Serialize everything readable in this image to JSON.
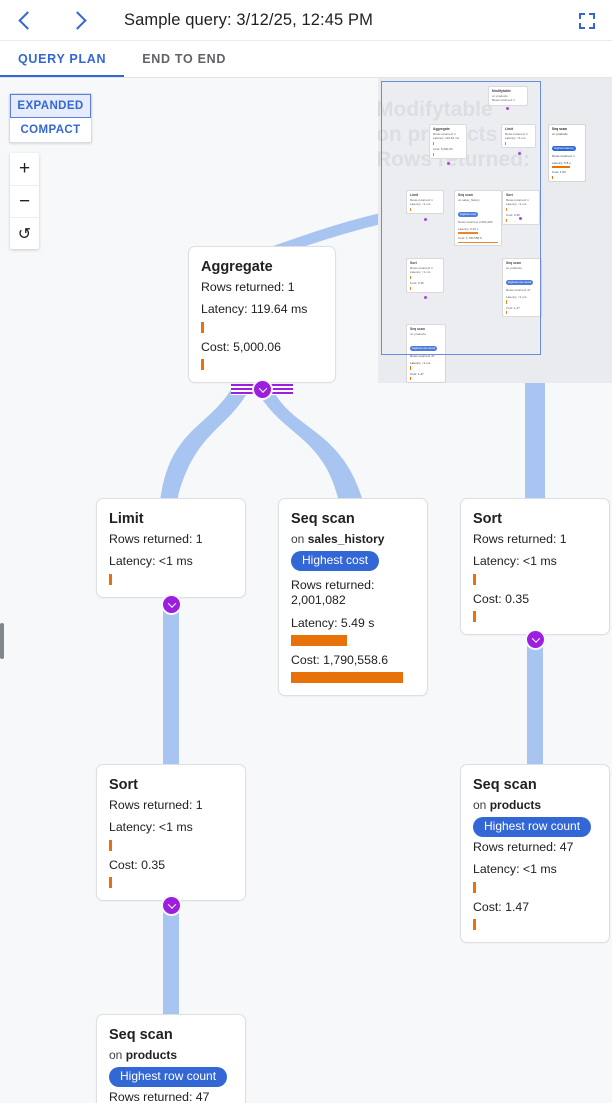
{
  "header": {
    "title": "Sample query: 3/12/25, 12:45 PM",
    "prev_label": "‹",
    "next_label": "›",
    "fullscreen_label": "Fullscreen"
  },
  "tabs": [
    {
      "label": "QUERY PLAN",
      "active": true
    },
    {
      "label": "END TO END",
      "active": false
    }
  ],
  "controls": {
    "mode": [
      {
        "label": "EXPANDED",
        "selected": true
      },
      {
        "label": "COMPACT",
        "selected": false
      }
    ],
    "zoom_in": "+",
    "zoom_out": "−",
    "reset": "↺"
  },
  "colors": {
    "accent_blue": "#3367d6",
    "edge_blue": "#a8c4f0",
    "orange": "#e8710a",
    "purple": "#9c1fe0",
    "canvas": "#f7f8fa",
    "minimap_bg": "#e9ebee"
  },
  "labels": {
    "rows_returned": "Rows returned:",
    "latency": "Latency:",
    "cost": "Cost:",
    "on": "on"
  },
  "nodes": [
    {
      "id": "aggregate",
      "title": "Aggregate",
      "rows": "Rows returned: 1",
      "latency": "Latency: 119.64 ms",
      "latency_bar_pct": 3,
      "cost": "Cost: 5,000.06",
      "cost_bar_pct": 3
    },
    {
      "id": "limit",
      "title": "Limit",
      "rows": "Rows returned: 1",
      "latency": "Latency: <1 ms",
      "latency_bar_pct": 3,
      "cost": "",
      "cost_bar_pct": 0
    },
    {
      "id": "seqscan-sales-history",
      "title": "Seq scan",
      "on_prefix": "on",
      "table": "sales_history",
      "badge": "Highest cost",
      "rows": "Rows returned: 2,001,082",
      "latency": "Latency: 5.49 s",
      "latency_bar_pct": 43,
      "cost": "Cost: 1,790,558.6",
      "cost_bar_pct": 87
    },
    {
      "id": "sort-right",
      "title": "Sort",
      "rows": "Rows returned: 1",
      "latency": "Latency: <1 ms",
      "latency_bar_pct": 3,
      "cost": "Cost: 0.35",
      "cost_bar_pct": 3
    },
    {
      "id": "sort-left",
      "title": "Sort",
      "rows": "Rows returned: 1",
      "latency": "Latency: <1 ms",
      "latency_bar_pct": 3,
      "cost": "Cost: 0.35",
      "cost_bar_pct": 3
    },
    {
      "id": "seqscan-products-right",
      "title": "Seq scan",
      "on_prefix": "on",
      "table": "products",
      "badge": "Highest row count",
      "rows": "Rows returned: 47",
      "latency": "Latency: <1 ms",
      "latency_bar_pct": 3,
      "cost": "Cost: 1.47",
      "cost_bar_pct": 3
    },
    {
      "id": "seqscan-products-bottom",
      "title": "Seq scan",
      "on_prefix": "on",
      "table": "products",
      "badge": "Highest row count",
      "rows": "Rows returned: 47",
      "latency": "",
      "latency_bar_pct": 0,
      "cost": "",
      "cost_bar_pct": 0
    }
  ],
  "ghost_node": {
    "title": "Modifytable",
    "sub_prefix": "on",
    "table": "products",
    "rows": "Rows returned:"
  },
  "minimap": {
    "nodes": [
      {
        "id": "mm-modifytable",
        "title": "Modifytable",
        "sub": "on products",
        "rows": "Rows returned: 1",
        "badge": "",
        "latency": "",
        "cost": ""
      },
      {
        "id": "mm-aggregate",
        "title": "Aggregate",
        "sub": "",
        "rows": "Rows returned: 1",
        "badge": "",
        "latency": "Latency: 119.64 ms",
        "cost": "Cost: 5,000.06"
      },
      {
        "id": "mm-limit-top",
        "title": "Limit",
        "sub": "",
        "rows": "Rows returned: 1",
        "badge": "",
        "latency": "Latency: <1 ms",
        "cost": ""
      },
      {
        "id": "mm-seqscan-latency",
        "title": "Seq scan",
        "sub": "on products",
        "rows": "Rows returned: 1",
        "badge": "Highest latency",
        "latency": "Latency: 5.8 s",
        "cost": "Cost: 1.53"
      },
      {
        "id": "mm-limit-left",
        "title": "Limit",
        "sub": "",
        "rows": "Rows returned: 1",
        "badge": "",
        "latency": "Latency: <1 ms",
        "cost": ""
      },
      {
        "id": "mm-seqscan-sales",
        "title": "Seq scan",
        "sub": "on sales_history",
        "rows": "Rows returned: 2,001,082",
        "badge": "Highest cost",
        "latency": "Latency: 5.49 s",
        "cost": "Cost: 1,790,558.6"
      },
      {
        "id": "mm-sort-mid",
        "title": "Sort",
        "sub": "",
        "rows": "Rows returned: 1",
        "badge": "",
        "latency": "Latency: <1 ms",
        "cost": "Cost: 0.35"
      },
      {
        "id": "mm-sort-left",
        "title": "Sort",
        "sub": "",
        "rows": "Rows returned: 1",
        "badge": "",
        "latency": "Latency: <1 ms",
        "cost": "Cost: 0.35"
      },
      {
        "id": "mm-seqscan-products-mid",
        "title": "Seq scan",
        "sub": "on products",
        "rows": "Rows returned: 47",
        "badge": "Highest row count",
        "latency": "Latency: <1 ms",
        "cost": "Cost: 1.47"
      },
      {
        "id": "mm-seqscan-products-bottom",
        "title": "Seq scan",
        "sub": "on products",
        "rows": "Rows returned: 47",
        "badge": "Highest row count",
        "latency": "Latency: <1 ms",
        "cost": "Cost: 1.47"
      }
    ]
  }
}
